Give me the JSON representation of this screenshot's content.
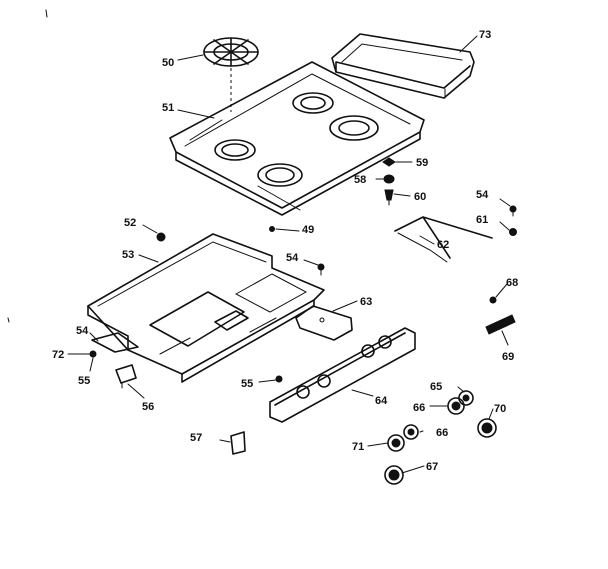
{
  "labels": {
    "p50": "50",
    "p51": "51",
    "p73": "73",
    "p59": "59",
    "p58": "58",
    "p60": "60",
    "p54a": "54",
    "p61": "61",
    "p62": "62",
    "p52": "52",
    "p53": "53",
    "p49": "49",
    "p54b": "54",
    "p63": "63",
    "p54c": "54",
    "p72": "72",
    "p55a": "55",
    "p56": "56",
    "p55b": "55",
    "p64": "64",
    "p68": "68",
    "p69": "69",
    "p65": "65",
    "p66a": "66",
    "p70": "70",
    "p57": "57",
    "p71": "71",
    "p66b": "66",
    "p67": "67"
  }
}
